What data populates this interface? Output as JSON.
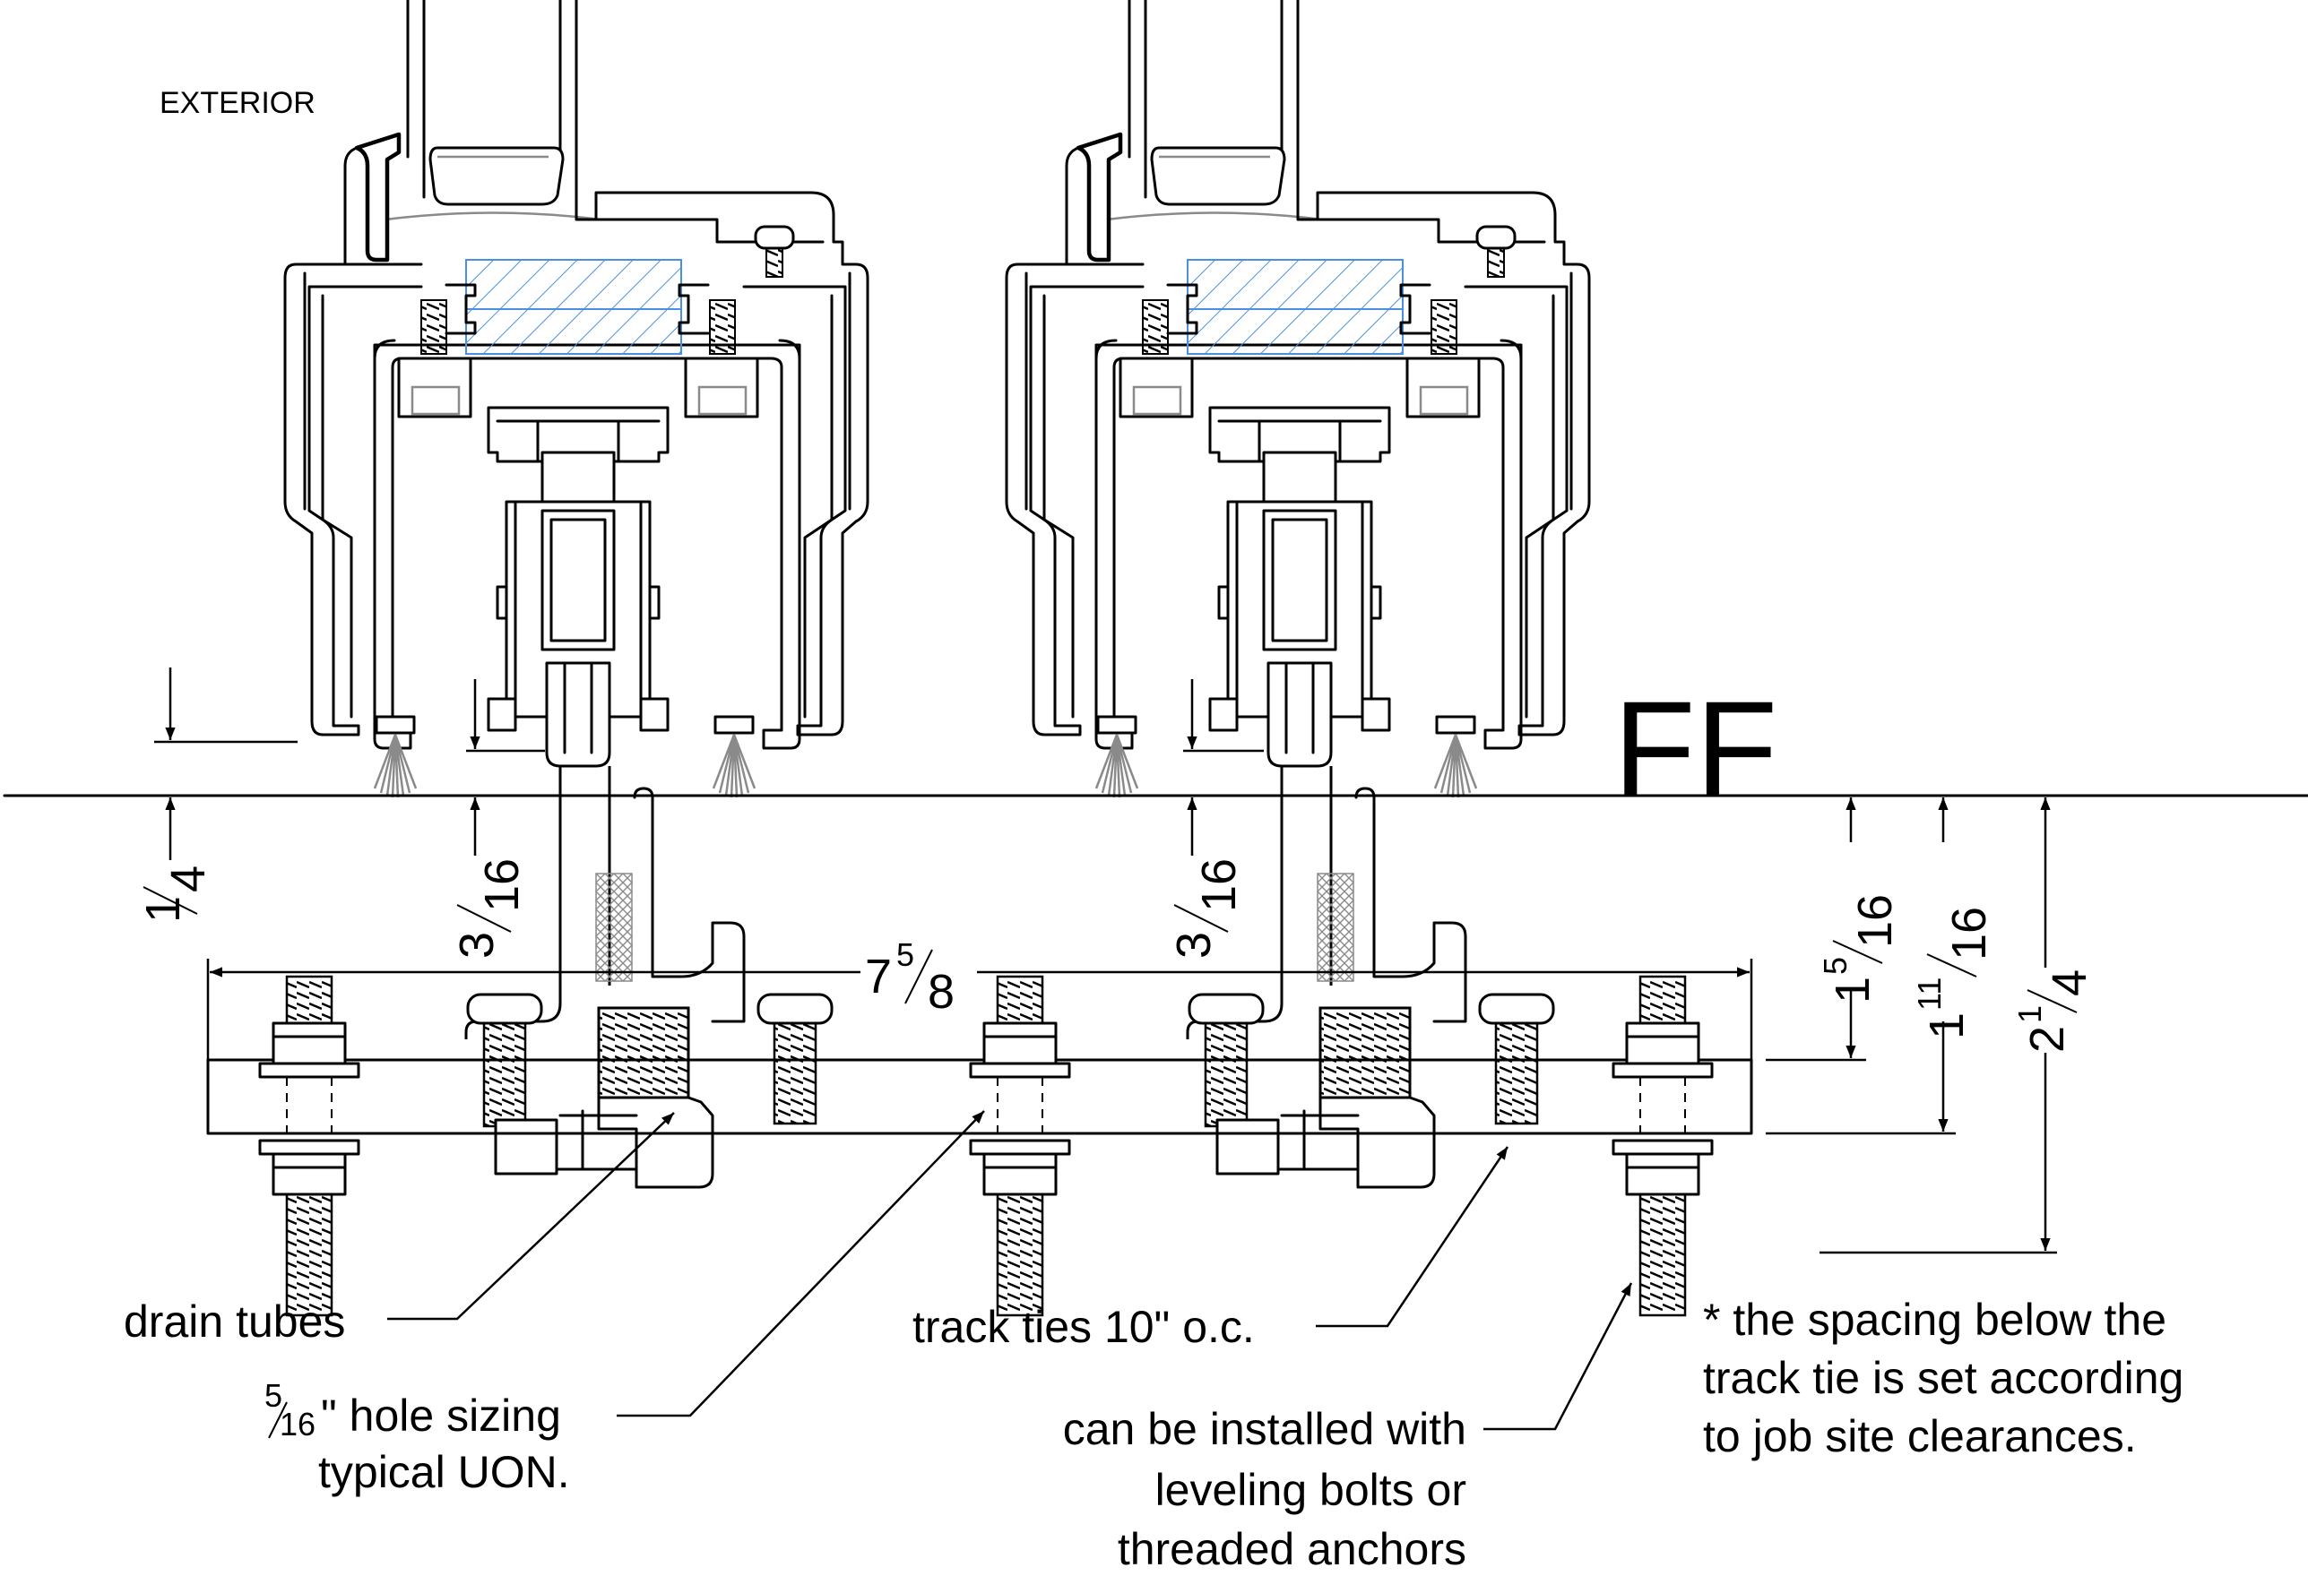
{
  "labels": {
    "exterior": "EXTERIOR",
    "finish_floor": "FF",
    "drain_tubes": "drain tubes",
    "hole_sizing_frac_num": "5",
    "hole_sizing_frac_den": "16",
    "hole_sizing_line1": "\" hole sizing",
    "hole_sizing_line2": "typical UON.",
    "track_ties": "track ties 10\" o.c.",
    "install_line1": "can be installed with",
    "install_line2": "leveling bolts or",
    "install_line3": "threaded anchors",
    "note_line1": "* the spacing below the",
    "note_line2": "track tie is set according",
    "note_line3": "to job site clearances."
  },
  "dimensions": {
    "d_quarter": {
      "whole": "",
      "num": "1",
      "den": "4"
    },
    "d_three_sixteenths_a": {
      "whole": "",
      "num": "3",
      "den": "16"
    },
    "d_three_sixteenths_b": {
      "whole": "",
      "num": "3",
      "den": "16"
    },
    "d_seven_five_eighths": {
      "whole": "7",
      "num": "5",
      "den": "8"
    },
    "d_one_five_sixteenths": {
      "whole": "1",
      "num": "5",
      "den": "16"
    },
    "d_one_eleven_sixteenths": {
      "whole": "1",
      "num": "11",
      "den": "16"
    },
    "d_two_quarter": {
      "whole": "2",
      "num": "1",
      "den": "4"
    }
  },
  "colors": {
    "line": "#000000",
    "glazing_hatch": "#4a90e2",
    "gasket_gray": "#8a8a8a",
    "background": "#ffffff"
  }
}
